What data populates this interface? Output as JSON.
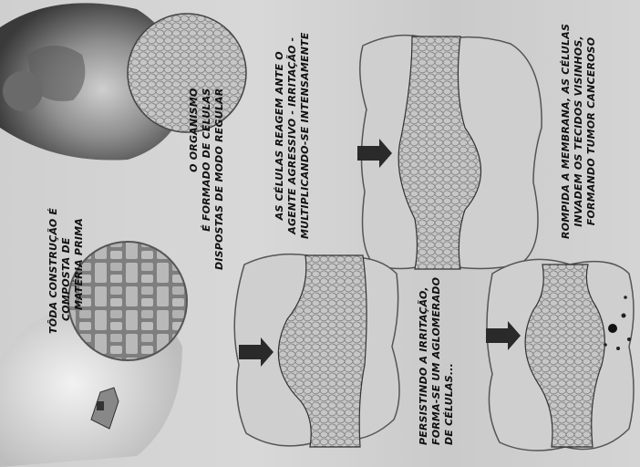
{
  "panels": [
    {
      "id": "materia",
      "lines": [
        "TÔDA CONSTRUÇÃO É",
        "COMPOSTA  DE",
        "MATÉRIA PRIMA"
      ]
    },
    {
      "id": "organismo",
      "lines": [
        "O ORGANISMO",
        "É FORMADO DE CÉLULAS",
        "DISPOSTAS DE MODO REGULAR"
      ]
    },
    {
      "id": "reacao",
      "lines": [
        "AS CÉLULAS REAGEM ANTE O",
        "AGENTE AGRESSIVO - IRRITAÇÃO -",
        "MULTIPLICANDO-SE INTENSAMENTE"
      ]
    },
    {
      "id": "aglomerado",
      "lines": [
        "PERSISTINDO A IRRITAÇÃO,",
        "FORMA-SE UM AGLOMERADO",
        "DE CÉLULAS..."
      ]
    },
    {
      "id": "tumor",
      "lines": [
        "ROMPIDA A MEMBRANA, AS CÉLULAS",
        "INVADEM OS TECIDOS  VISINHOS,",
        "FORMANDO TUMOR CANCEROSO"
      ]
    }
  ],
  "colors": {
    "paper": "#d4d4d4",
    "ink": "#111111",
    "tissue": "#c9c9c9",
    "cells": "#8a8a8a",
    "arrow": "#2a2a2a"
  }
}
